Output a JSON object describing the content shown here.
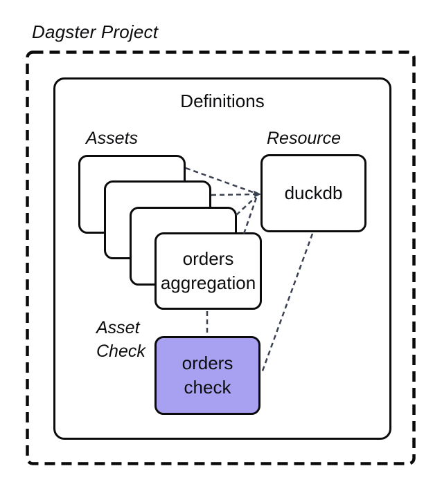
{
  "diagram": {
    "title": "Dagster Project",
    "definitions_label": "Definitions",
    "assets_label": "Assets",
    "resource_label": "Resource",
    "asset_check_label": "Asset\nCheck",
    "nodes": {
      "orders_aggregation": "orders\naggregation",
      "duckdb": "duckdb",
      "orders_check": "orders\ncheck"
    },
    "colors": {
      "asset_check_fill": "#a8a0f0",
      "connector": "#39404f",
      "outline": "#0b0b0d"
    }
  }
}
